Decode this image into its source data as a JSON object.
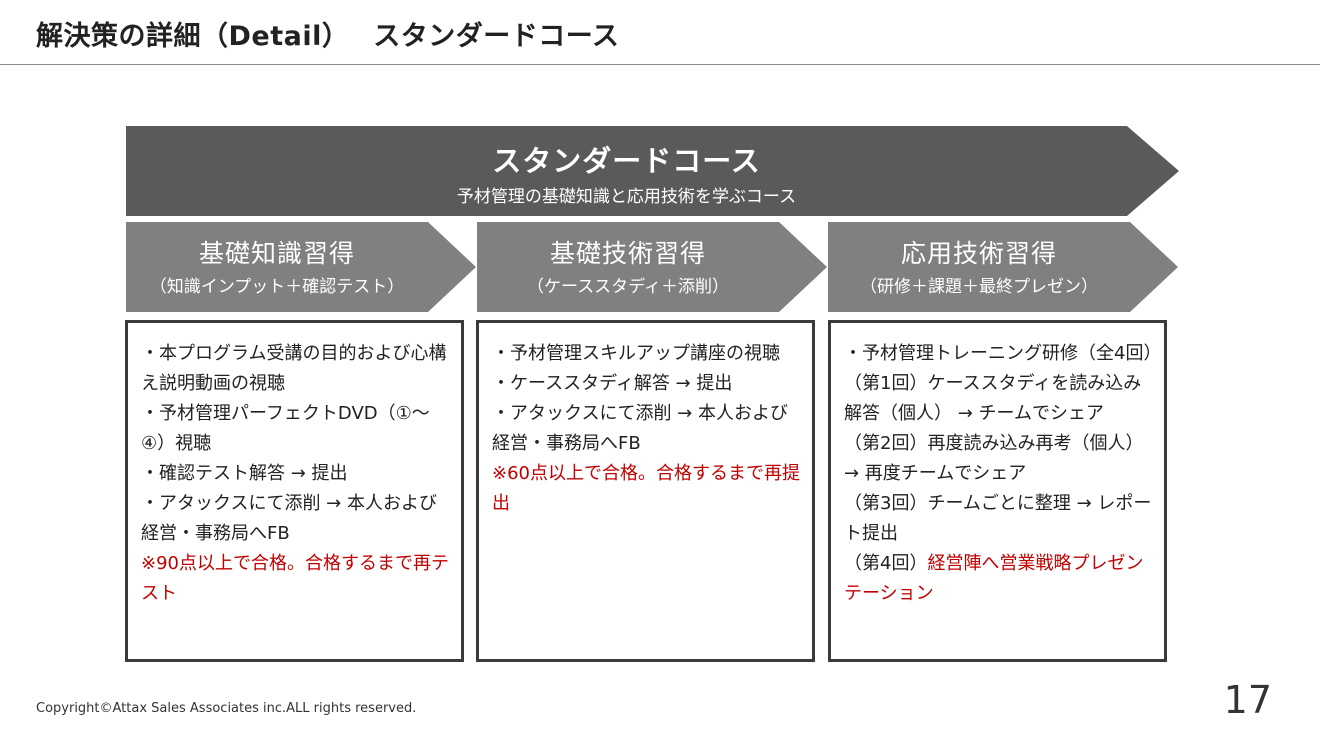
{
  "header": {
    "title": "解決策の詳細（Detail）",
    "subtitle": "スタンダードコース"
  },
  "banner": {
    "title": "スタンダードコース",
    "subtitle": "予材管理の基礎知識と応用技術を学ぶコース"
  },
  "phases": [
    {
      "title": "基礎知識習得",
      "subtitle": "（知識インプット＋確認テスト）"
    },
    {
      "title": "基礎技術習得",
      "subtitle": "（ケーススタディ＋添削）"
    },
    {
      "title": "応用技術習得",
      "subtitle": "（研修＋課題＋最終プレゼン）"
    }
  ],
  "columns": [
    {
      "items": [
        "・本プログラム受講の目的および心構え説明動画の視聴",
        "・予材管理パーフェクトDVD（①～④）視聴",
        "・確認テスト解答 → 提出",
        "・アタックスにて添削 → 本人および経営・事務局へFB"
      ],
      "note": "※90点以上で合格。合格するまで再テスト"
    },
    {
      "items": [
        "・予材管理スキルアップ講座の視聴",
        "・ケーススタディ解答 → 提出",
        "・アタックスにて添削 → 本人および経営・事務局へFB"
      ],
      "note": "※60点以上で合格。合格するまで再提出"
    },
    {
      "items": [
        "・予材管理トレーニング研修（全4回）",
        "（第1回）ケーススタディを読み込み解答（個人） → チームでシェア",
        "（第2回）再度読み込み再考（個人） → 再度チームでシェア",
        "（第3回）チームごとに整理 → レポート提出"
      ],
      "last_prefix": "（第4回）",
      "last_red": "経営陣へ営業戦略プレゼンテーション"
    }
  ],
  "colors": {
    "banner": "#5a5a5a",
    "phase": "#808080",
    "border": "#3a3a3a",
    "accent_red": "#c00000"
  },
  "footer": {
    "copyright": "Copyright©Attax Sales Associates inc.ALL rights reserved.",
    "page_number": "17"
  }
}
